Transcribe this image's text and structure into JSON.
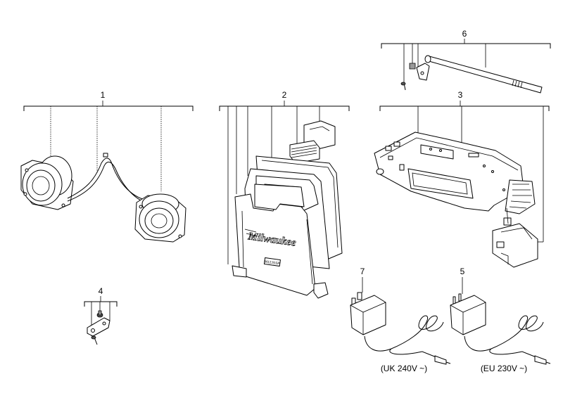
{
  "callouts": [
    {
      "id": "1",
      "label": "1"
    },
    {
      "id": "2",
      "label": "2"
    },
    {
      "id": "3",
      "label": "3"
    },
    {
      "id": "4",
      "label": "4"
    },
    {
      "id": "5",
      "label": "5"
    },
    {
      "id": "6",
      "label": "6"
    },
    {
      "id": "7",
      "label": "7"
    }
  ],
  "captions": {
    "uk_adapter": "(UK 240V ~)",
    "eu_adapter": "(EU 230V ~)"
  },
  "branding": {
    "front_panel_logo": "Milwaukee",
    "model_badge": "M12JSSP"
  }
}
